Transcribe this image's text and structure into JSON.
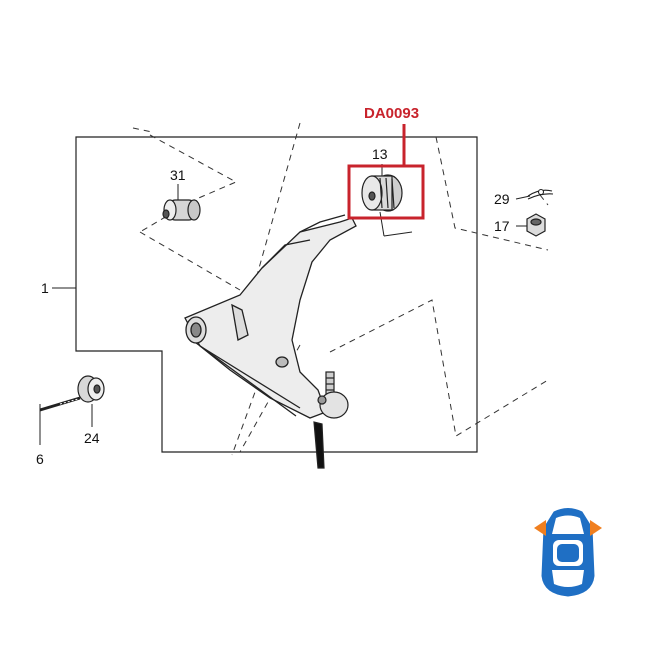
{
  "diagram": {
    "highlight_code": "DA0093",
    "highlight_color": "#c8232c",
    "part_numbers": {
      "p13": "13",
      "p31": "31",
      "p29": "29",
      "p17": "17",
      "p1": "1",
      "p24": "24",
      "p6": "6"
    }
  },
  "car_icon": {
    "name": "car-top-view-front-axle-icon",
    "body_color": "#1f6fc4",
    "marker_color": "#f07f1f"
  }
}
